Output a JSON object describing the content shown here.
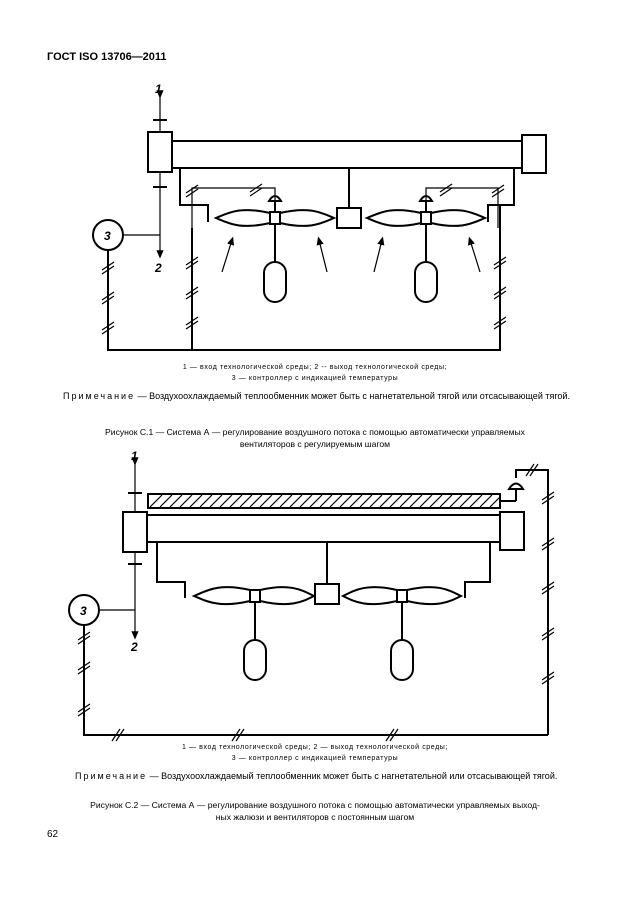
{
  "header": {
    "standard": "ГОСТ ISO 13706—2011"
  },
  "figure1": {
    "labels": {
      "inlet": "1",
      "outlet": "2",
      "controller": "3"
    },
    "legend_line1": "1 — вход технологической среды;  2  -- выход технологической среды;",
    "legend_line2": "3 — контроллер с индикацией температуры",
    "note_lead": "Примечание",
    "note_text": " — Воздухоохлаждаемый теплообменник  может  быть с нагнетательной тягой или отсасывающей тягой.",
    "caption_line1": "Рисунок С.1 — Система А — регулирование воздушного потока с помощью автоматически управляемых",
    "caption_line2": "вентиляторов с регулируемым шагом"
  },
  "figure2": {
    "labels": {
      "inlet": "1",
      "outlet": "2",
      "controller": "3"
    },
    "legend_line1": "1 — вход технологической среды;  2 — выход технологической среды;",
    "legend_line2": "3 — контроллер с индикацией температуры",
    "note_lead": "Примечание",
    "note_text": " — Воздухоохлаждаемый теплообменник может быть с нагнетательной или отсасывающей тягой.",
    "caption_line1": "Рисунок С.2 — Система А — регулирование воздушного потока с помощью автоматически управляемых выход-",
    "caption_line2": "ных жалюзи и вентиляторов с постоянным шагом"
  },
  "page_number": "62"
}
